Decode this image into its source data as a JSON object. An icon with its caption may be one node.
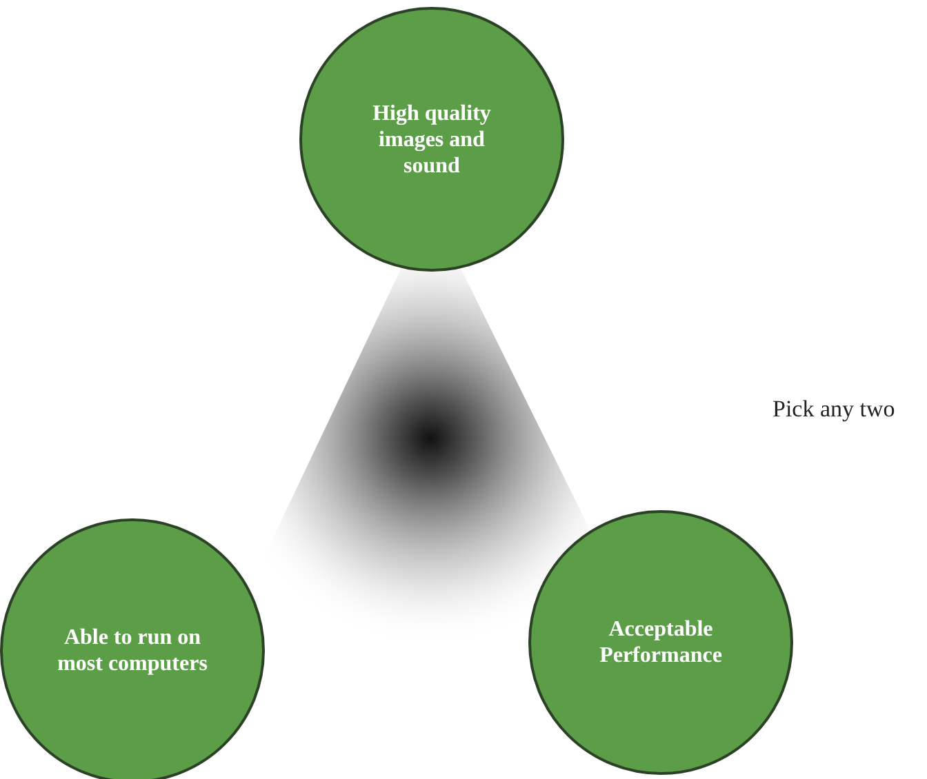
{
  "diagram": {
    "nodes": [
      {
        "text": [
          "High quality images and sound"
        ]
      },
      {
        "text": [
          "Able to run on most computers"
        ]
      },
      {
        "text": [
          "Acceptable Performance"
        ]
      }
    ],
    "labels": [
      "Pick any two"
    ]
  }
}
